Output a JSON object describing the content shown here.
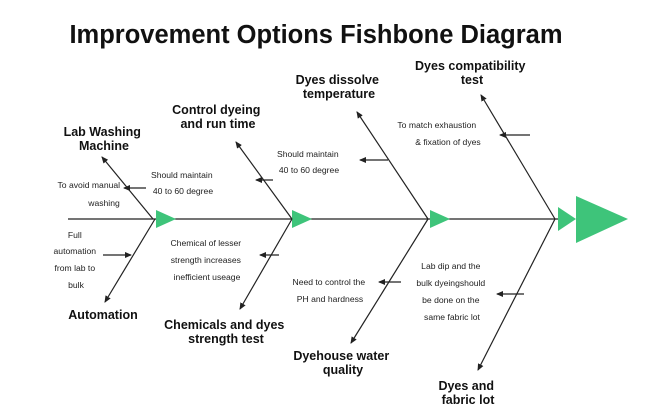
{
  "title": "Improvement Options Fishbone Diagram",
  "colors": {
    "arrow": "#3ec47a",
    "line": "#222222",
    "text": "#111111"
  },
  "categories": {
    "lab_washing": [
      "Lab Washing",
      "Machine"
    ],
    "control_dyeing": [
      "Control dyeing",
      "and run time"
    ],
    "dyes_dissolve": [
      "Dyes dissolve",
      "temperature"
    ],
    "dyes_compat": [
      "Dyes compatibility",
      "test"
    ],
    "automation": [
      "Automation"
    ],
    "chemicals": [
      "Chemicals and dyes",
      "strength test"
    ],
    "dyehouse": [
      "Dyehouse water",
      "quality"
    ],
    "dyes_fabric": [
      "Dyes and",
      "fabric lot"
    ]
  },
  "notes": {
    "manual_washing": [
      "To avoid manual",
      "washing"
    ],
    "maintain_1": [
      "Should maintain",
      "40 to 60 degree"
    ],
    "maintain_2": [
      "Should maintain",
      "40 to 60 degree"
    ],
    "exhaustion": [
      "To match exhaustion",
      "& fixation of  dyes"
    ],
    "full_automation": [
      "Full",
      "automation",
      "from lab to",
      "bulk"
    ],
    "lesser_strength": [
      "Chemical of lesser",
      "strength increases",
      "inefficient useage"
    ],
    "ph": [
      "Need to control the",
      "PH and hardness"
    ],
    "lab_dip": [
      "Lab dip and the",
      "bulk dyeingshould",
      "be done on the",
      "same fabric lot"
    ]
  }
}
